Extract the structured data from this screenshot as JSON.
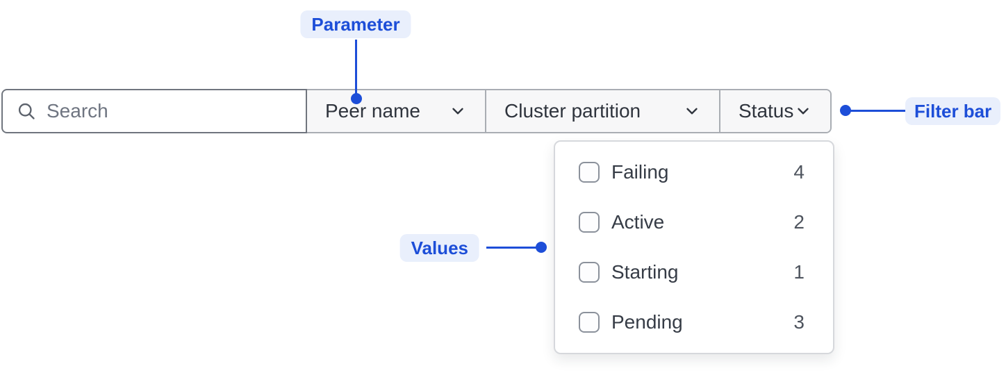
{
  "annotations": {
    "parameter_label": "Parameter",
    "filter_bar_label": "Filter bar",
    "values_label": "Values"
  },
  "filter_bar": {
    "search_placeholder": "Search",
    "dropdowns": [
      {
        "label": "Peer name"
      },
      {
        "label": "Cluster partition"
      },
      {
        "label": "Status"
      }
    ]
  },
  "status_menu": {
    "options": [
      {
        "label": "Failing",
        "count": 4,
        "checked": false
      },
      {
        "label": "Active",
        "count": 2,
        "checked": false
      },
      {
        "label": "Starting",
        "count": 1,
        "checked": false
      },
      {
        "label": "Pending",
        "count": 3,
        "checked": false
      }
    ]
  },
  "icons": {
    "search": "search-icon",
    "chevron": "chevron-down-icon"
  },
  "colors": {
    "annotation_blue": "#1d4ed8",
    "annotation_badge_bg": "#e9effc",
    "dropdown_bg": "#f7f7f8",
    "bar_border": "#a9adb3",
    "search_border": "#70757e",
    "menu_border": "#d6d8dc",
    "text_dark": "#2f343d"
  }
}
